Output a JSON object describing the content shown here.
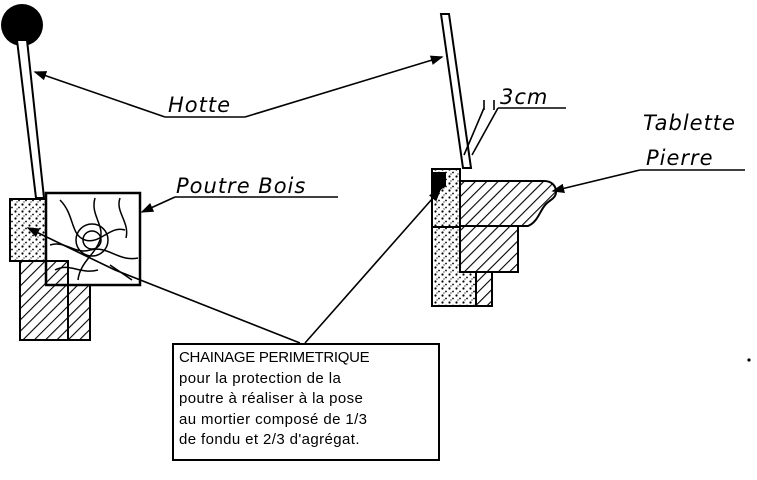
{
  "labels": {
    "hotte": "Hotte",
    "three_cm": "3cm",
    "tablette": "Tablette",
    "pierre": "Pierre",
    "poutre_bois": "Poutre Bois"
  },
  "note": {
    "title": "CHAINAGE PERIMETRIQUE",
    "lines": [
      "pour la protection de la",
      "poutre à réaliser à la pose",
      "au mortier composé de 1/3",
      "de fondu et 2/3 d'agrégat."
    ]
  },
  "colors": {
    "ink": "#000000",
    "paper": "#ffffff"
  }
}
